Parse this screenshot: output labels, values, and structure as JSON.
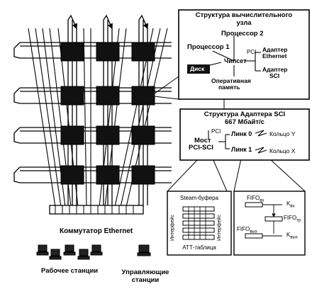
{
  "node_structure": {
    "title_line1": "Структура вычислительного",
    "title_line2": "узла",
    "processor2": "Процессор 2",
    "processor1": "Процессор 1",
    "chipset": "Чипсет",
    "pci": "PCI",
    "adapter_ethernet_line1": "Адаптер",
    "adapter_ethernet_line2": "Ethernet",
    "adapter_sci_line1": "Адаптер",
    "adapter_sci_line2": "SCI",
    "disk": "Диск",
    "ram_line1": "Оперативная",
    "ram_line2": "память"
  },
  "sci_adapter": {
    "title_line1": "Структура Адаптера SCI",
    "title_line2": "667 Мбайт/с",
    "pci": "PCI",
    "bridge_line1": "Мост",
    "bridge_line2": "PCI-SCI",
    "link0": "Линк 0",
    "link1": "Линк 1",
    "ring_y": "Кольцо Y",
    "ring_x": "Кольцо X"
  },
  "link_detail": {
    "steam_buffers": "Steam-буфера",
    "iface_left": "Интерфейс",
    "iface_right": "Интерфейс",
    "att_table": "АТТ-таблица"
  },
  "fifo_detail": {
    "fifo_in": "FIFO",
    "fifo_in_sub": "вх",
    "fifo_tr": "FIFO",
    "fifo_tr_sub": "тр",
    "fifo_out": "FIFO",
    "fifo_out_sub": "вых",
    "k_in": "K",
    "k_in_sub": "вх",
    "k_out": "K",
    "k_out_sub": "вых"
  },
  "cluster": {
    "switch_label": "Коммутатор Ethernet",
    "workstations": "Рабочее станции",
    "control_line1": "Управляющие",
    "control_line2": "станции"
  }
}
